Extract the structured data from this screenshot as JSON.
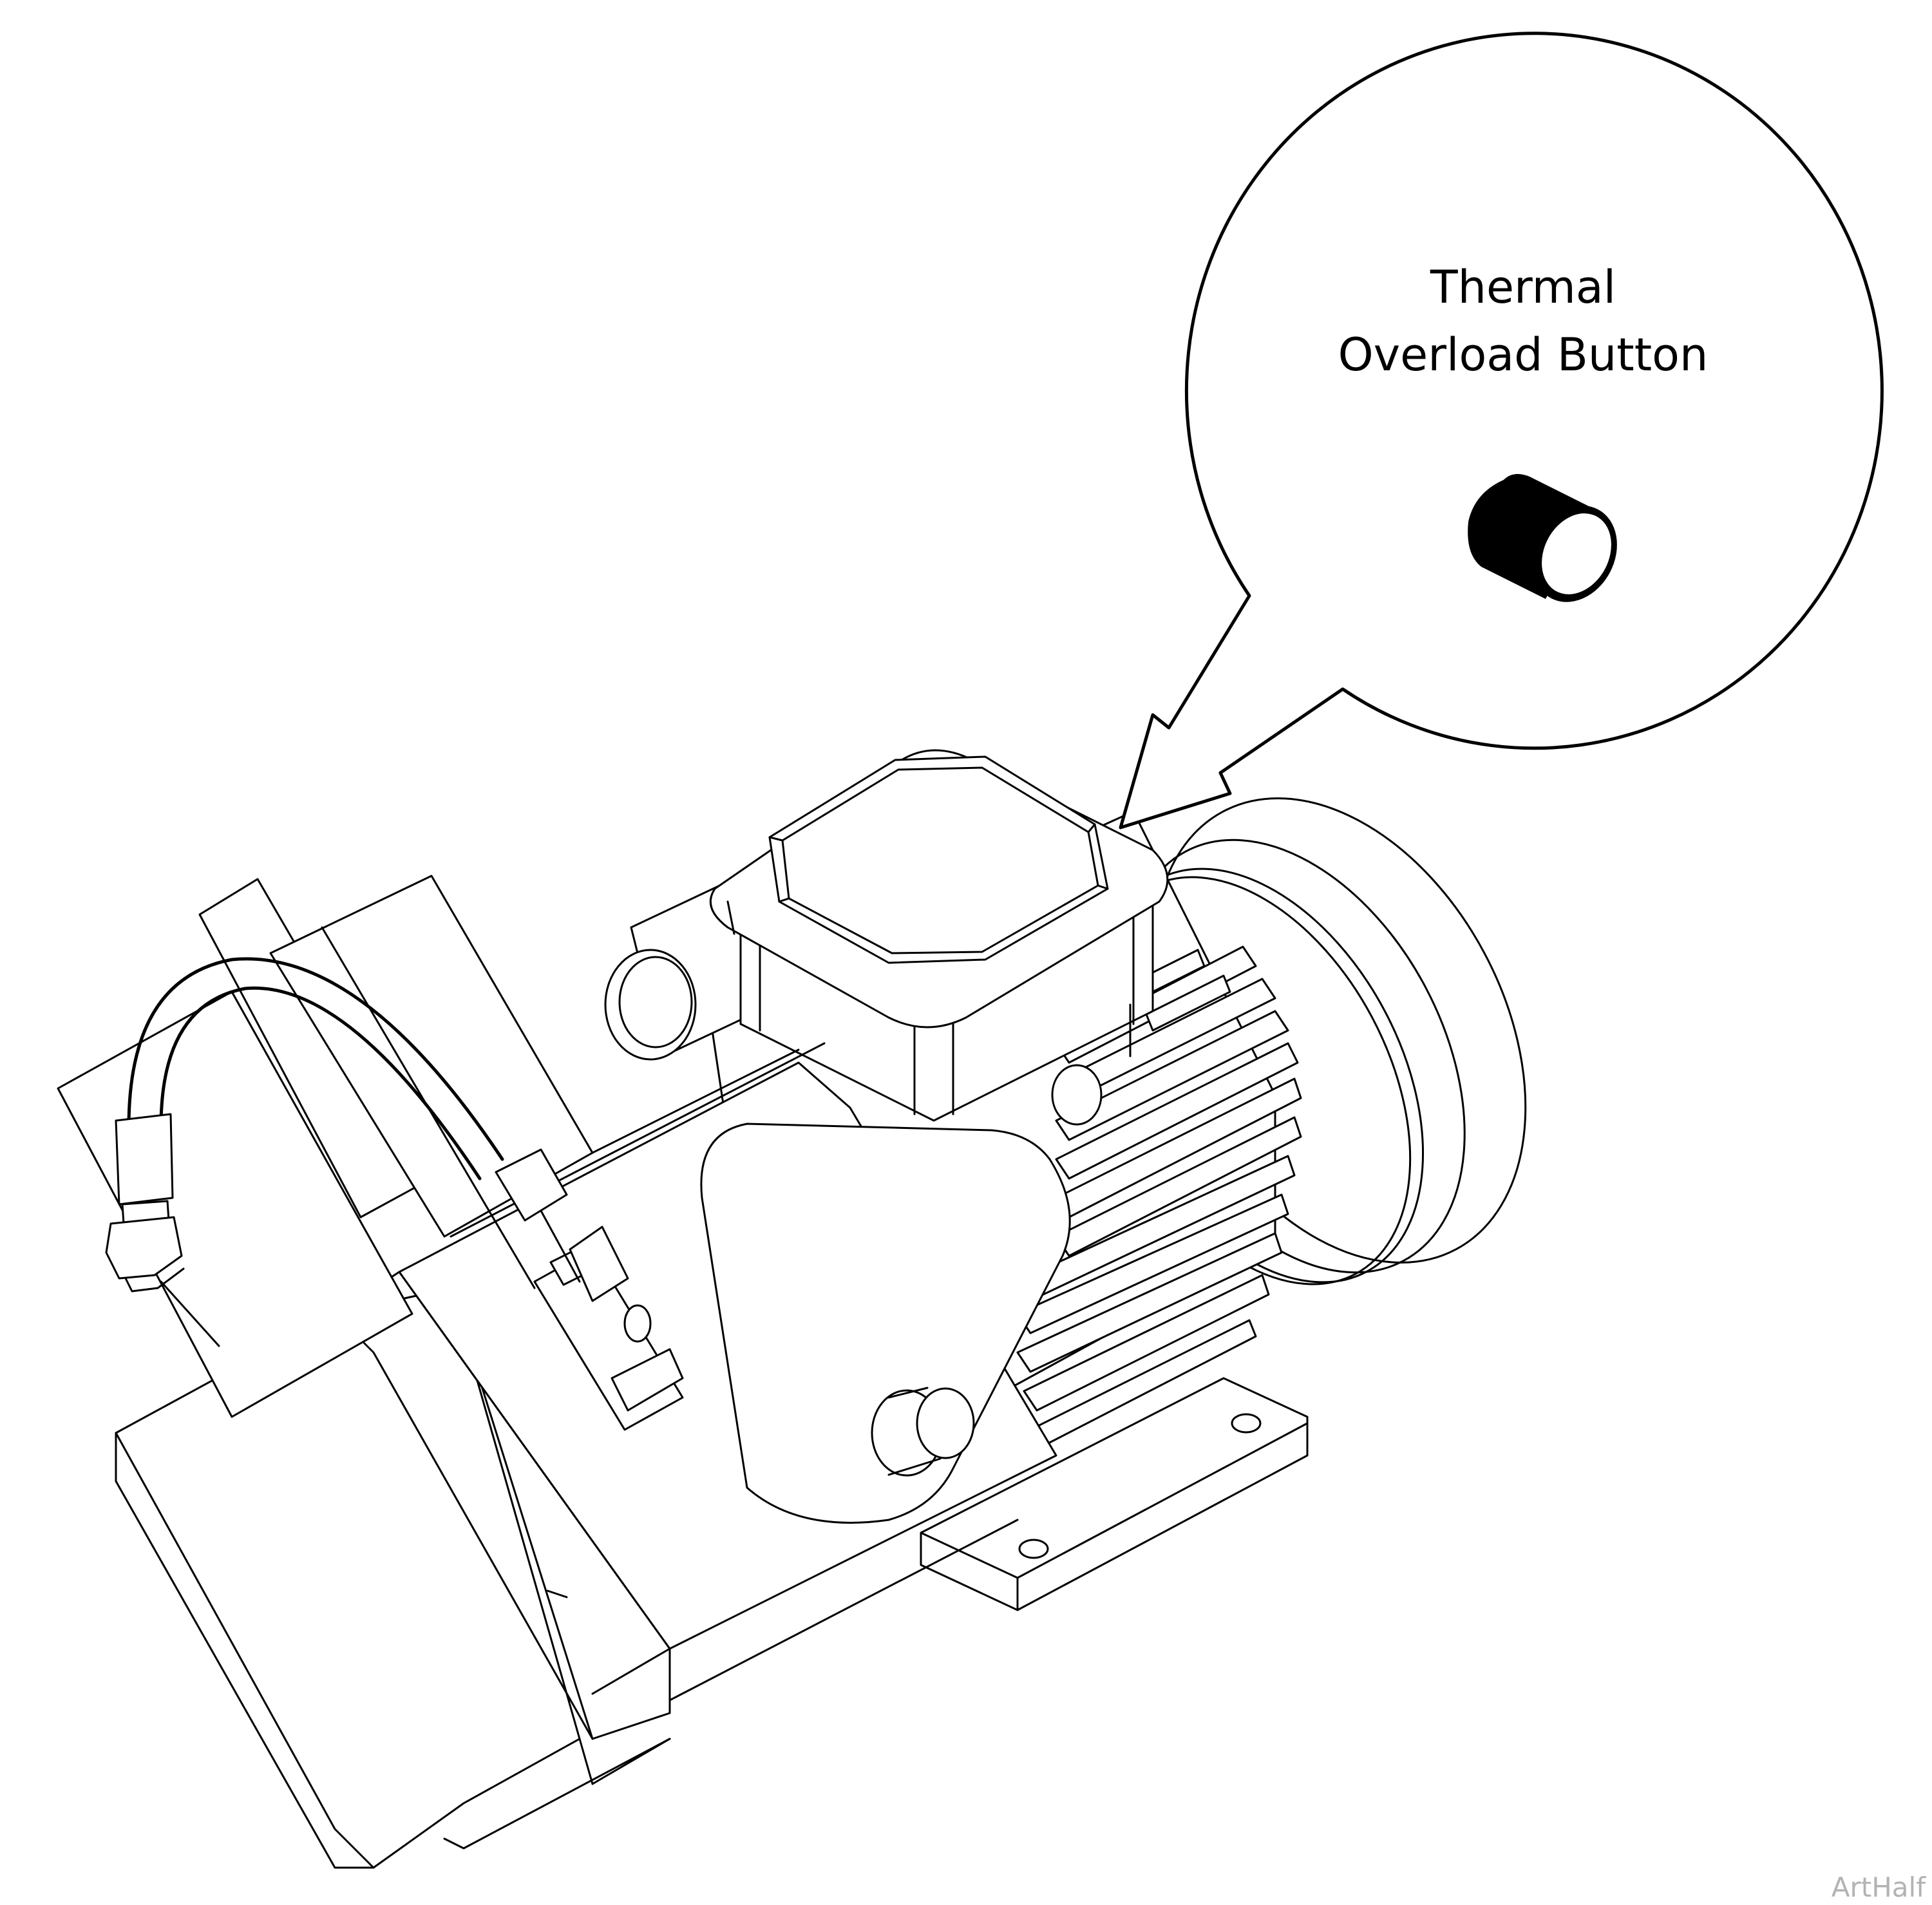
{
  "callout": {
    "line1": "Thermal",
    "line2": "Overload Button"
  },
  "watermark": "ArtHalf",
  "colors": {
    "stroke": "#000000",
    "background": "#ffffff",
    "watermark": "#b3b3b3"
  }
}
